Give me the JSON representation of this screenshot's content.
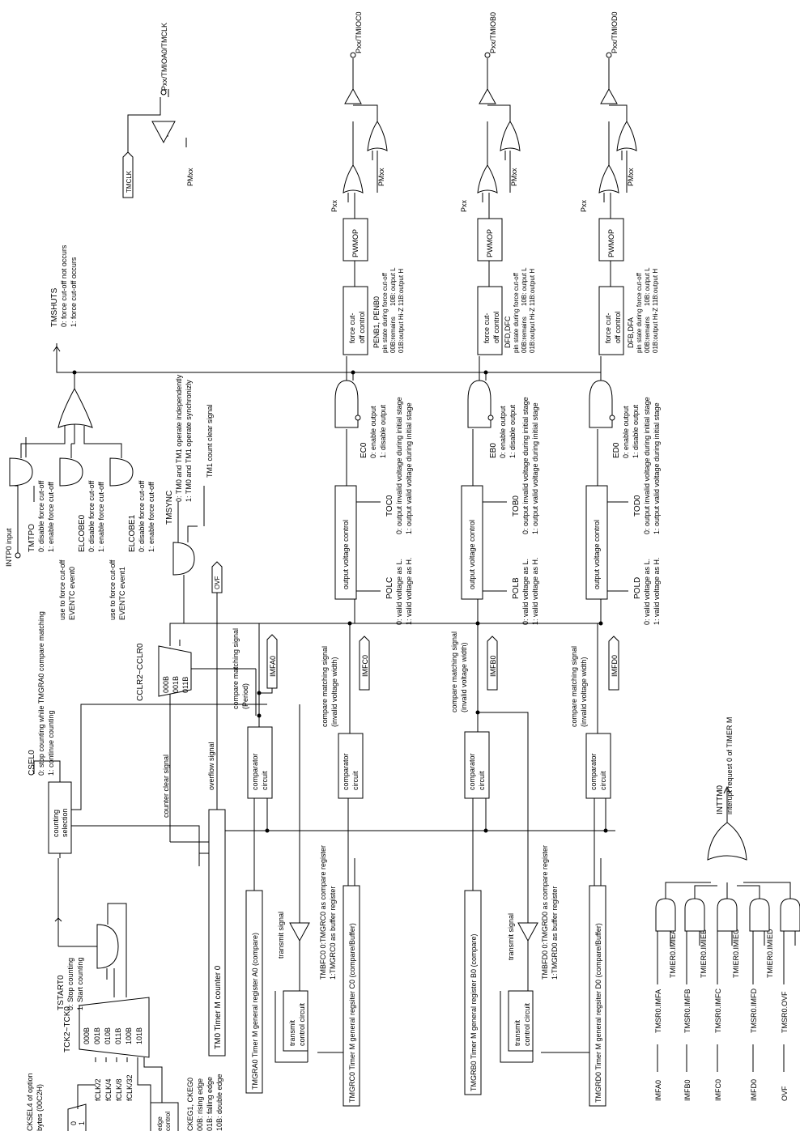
{
  "labels": {
    "cksel": "CKSEL4 of option",
    "cksel_b": "bytes (00C2H)",
    "mux0_0": "0",
    "mux0_1": "1",
    "edge1": "edge",
    "edge2": "control",
    "ckeg": "CKEG1, CKEG0",
    "ckeg_00": "00B: rising edge",
    "ckeg_01": "01B: falling edge",
    "ckeg_10": "10B: double edge",
    "tck": "TCK2~TCK0",
    "mux_000": "000B",
    "mux_001": "001B",
    "mux_010": "010B",
    "mux_011": "011B",
    "mux_100": "100B",
    "mux_101": "101B",
    "f2": "fCLK/2",
    "f4": "fCLK/4",
    "f8": "fCLK/8",
    "f32": "fCLK/32",
    "tstart": "TSTART0",
    "tstart_0": "0: Stop counting",
    "tstart_1": "1: Start counting",
    "count_sel1": "counting",
    "count_sel2": "selection",
    "csel": "CSEL0",
    "csel_0": "0: stop counting while TMGRA0 compare matching",
    "csel_1": "1: continue counting",
    "counter": "TM0 Timer M counter 0",
    "counter_clear": "counter clear signal",
    "overflow": "overflow signal",
    "cclr": "CCLR2~CCLR0",
    "cm_000": "000B",
    "cm_001": "001B",
    "cm_011": "011B",
    "ovf_tag": "OVF",
    "tmsync": "TMSYNC",
    "tmsync_0": "0: TM0 and TM1 operate independently",
    "tmsync_1": "1: TM0 and TM1 operate synchronizly",
    "tm1clr": "TM1 count clear signal",
    "intp0": "INTP0 input",
    "tmtpo": "TMTPO",
    "tmtpo_0": "0: disable force cut-off",
    "tmtpo_1": "1: enable force cut-off",
    "elcobe0": "ELCOBE0",
    "elcobe0_0": "0: disable force cut-off",
    "elcobe0_1": "1: enable force cut-off",
    "use0a": "use to force cut-off",
    "use0b": "EVENTC event0",
    "elcobe1": "ELCOBE1",
    "elcobe1_0": "0: disable force cut-off",
    "elcobe1_1": "1: enable force cut-off",
    "use1a": "use to force cut-off",
    "use1b": "EVENTC event1",
    "tmshuts": "TMSHUTS",
    "tmshuts_0": "0: force cut-off not occurs",
    "tmshuts_1": "1: force cut-off occurs",
    "tmclk": "TMCLK",
    "pxx_clk": "Pxx/TMIOA0/TMCLK",
    "pmxx_clk": "PMxx",
    "reg_a": "TMGRA0 Timer M general register A0 (compare)",
    "comp": "comparator",
    "comp2": "circuit",
    "cms_period1": "compare matching signal",
    "cms_period2": "(Period)",
    "imfa_tag": "IMFA0",
    "reg_c": "TMGRC0 Timer M general regsiter C0 (compare/Buffer)",
    "tx_sig": "transmit signal",
    "tx1": "transmit",
    "tx2": "control circuit",
    "tmbfc": "TMBFC0 0:TMGRC0 as compare register",
    "tmbfc_1": "1:TMGRC0 as buffer register",
    "cms_inv1": "compare matching signal",
    "cms_inv2": "(invalid voltage width)",
    "imfc_tag": "IMFC0",
    "ovc": "output voltage control",
    "polc": "POLC",
    "pol_0": "0: valid voltage as L.",
    "pol_1": "1: valid voltage as H.",
    "toc": "TOC0",
    "to_0": "0: output invalid voltage during initial stage",
    "to_1": "1: output valid voltage during initial stage",
    "ec": "EC0",
    "e_0": "0: enable output",
    "e_1": "1: disable output",
    "fco1": "force cut-",
    "fco2": "off control",
    "penb": "PENB1, PENB0",
    "pin_state": "pin state during force cut-off",
    "pin_00": "00B:remains",
    "pin_10": "10B: output L",
    "pin_01": "01B:output Hi-Z",
    "pin_11": "11B:output H",
    "pwmop": "PWMOP",
    "pxx": "Pxx",
    "pmxx": "PMxx",
    "pin_c": "Pxx/TMIOC0",
    "reg_b": "TMGRB0 Timer M general register B0 (compare)",
    "imfb_tag": "IMFB0",
    "polb": "POLB",
    "tob": "TOB0",
    "eb": "EB0",
    "dfd_c": "DFD,DFC",
    "pin_b": "Pxx/TMIOB0",
    "reg_d": "TMGRD0 Timer M general regsiter D0 (compare/Buffer)",
    "tmbfd": "TMBFD0 0:TMGRD0 as compare register",
    "tmbfd_1": "1:TMGRD0 as buffer register",
    "imfd_tag": "IMFD0",
    "pold": "POLD",
    "tod": "TOD0",
    "ed": "ED0",
    "dfb_a": "DFB,DFA",
    "pin_d": "Pxx/TMIOD0",
    "int_imfa": "IMFA0",
    "int_imfb": "IMFB0",
    "int_imfc": "IMFC0",
    "int_imfd": "IMFD0",
    "int_ovf": "OVF",
    "tmsr_a": "TMSR0.IMFA",
    "tmsr_b": "TMSR0.IMFB",
    "tmsr_c": "TMSR0.IMFC",
    "tmsr_d": "TMSR0.IMFD",
    "tmsr_o": "TMSR0.OVF",
    "tmier_a": "TMIER0.IMIEA",
    "tmier_b": "TMIER0.IMIEB",
    "tmier_c": "TMIER0.IMIEC",
    "tmier_d": "TMIER0.IMIED",
    "inttm": "INTTM0",
    "inttm_desc": "interupt request 0 of TIMER M"
  }
}
